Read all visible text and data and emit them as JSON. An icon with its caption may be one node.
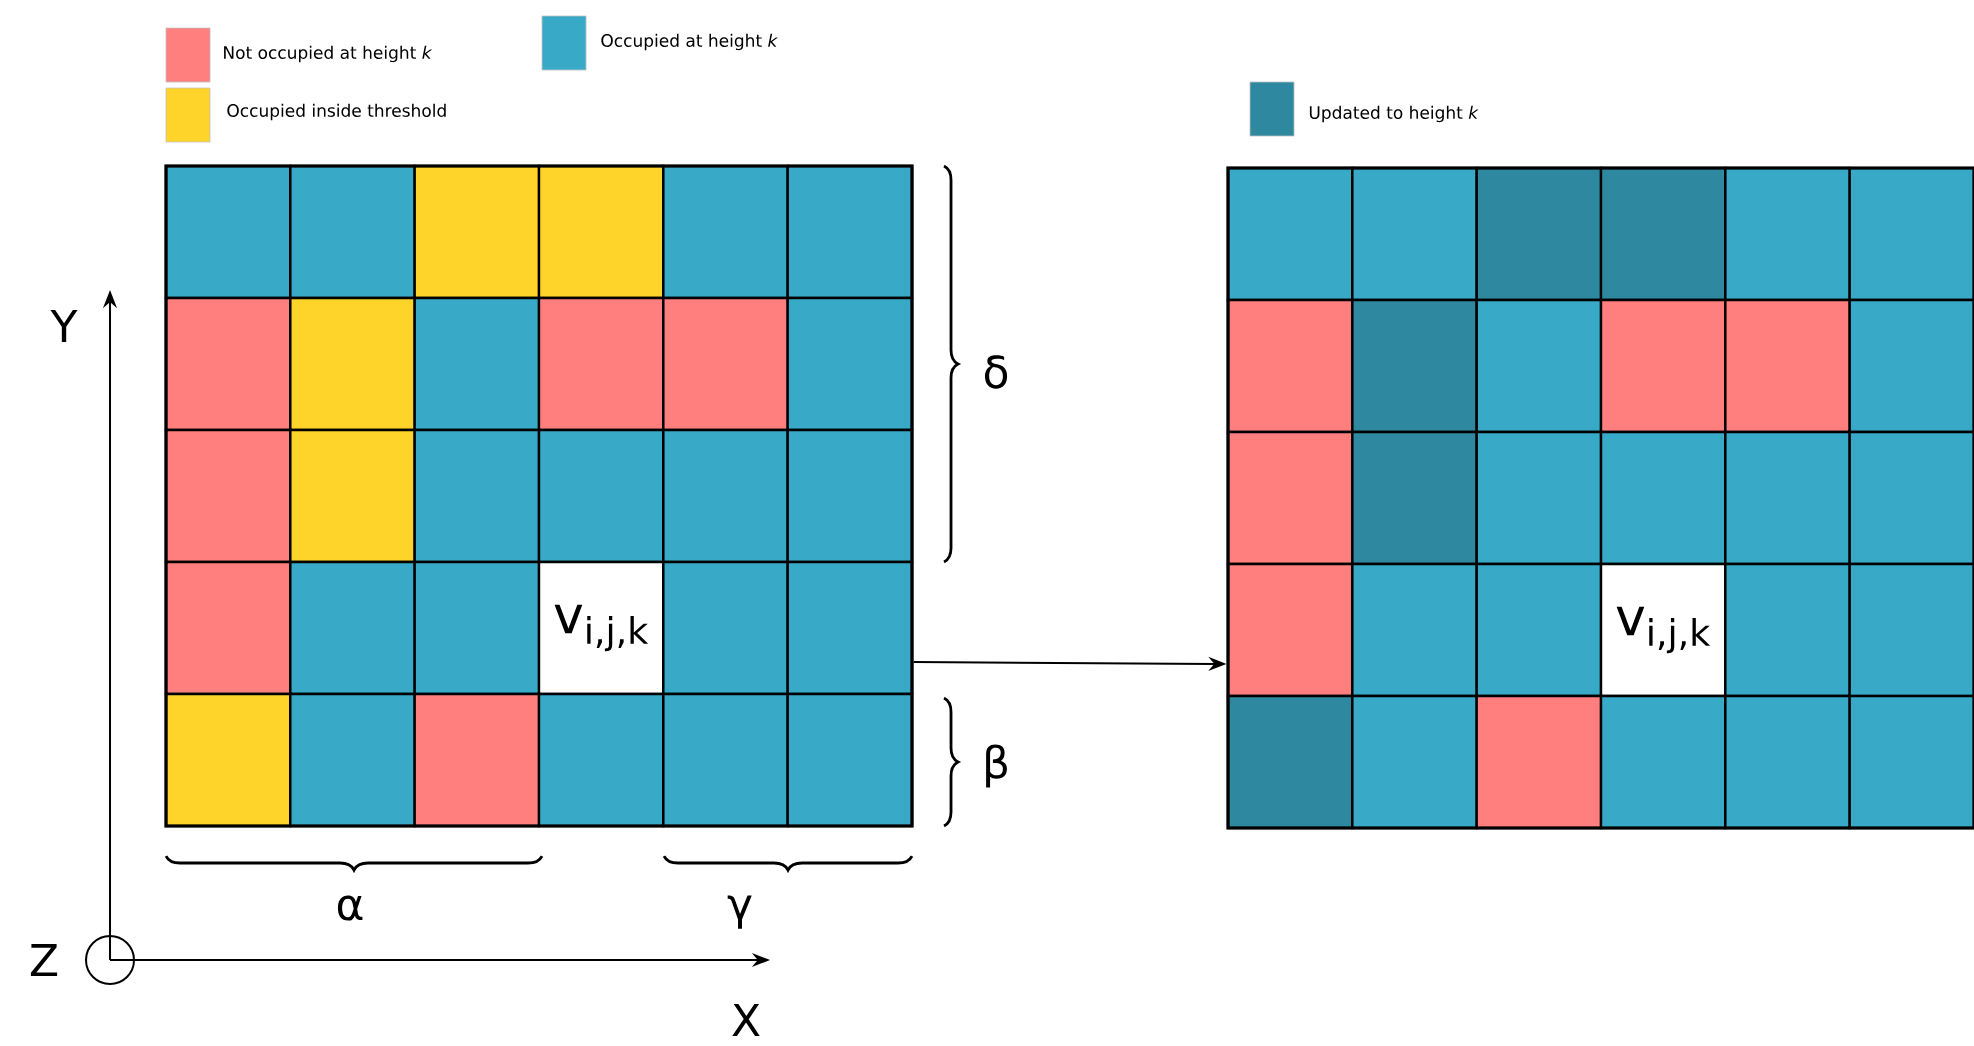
{
  "diagram": {
    "nodes": [
      {
        "text": [],
        "shape": "box"
      },
      {
        "text": [],
        "shape": "box",
        "in": 0
      },
      {
        "text": [],
        "shape": "box",
        "in": 0
      },
      {
        "text": [],
        "shape": "box",
        "in": 0
      },
      {
        "text": [],
        "shape": "box",
        "in": 0
      },
      {
        "text": [],
        "shape": "box",
        "in": 0
      },
      {
        "text": [],
        "shape": "box",
        "in": 0
      },
      {
        "text": [],
        "shape": "box",
        "in": 0
      },
      {
        "text": [],
        "shape": "box",
        "in": 0
      },
      {
        "text": [],
        "shape": "box",
        "in": 0
      },
      {
        "text": [],
        "shape": "box",
        "in": 0
      },
      {
        "text": [],
        "shape": "box",
        "in": 0
      },
      {
        "text": [],
        "shape": "box",
        "in": 0
      },
      {
        "text": [],
        "shape": "box",
        "in": 0
      },
      {
        "text": [],
        "shape": "box",
        "in": 0
      },
      {
        "text": [],
        "shape": "box",
        "in": 0
      },
      {
        "text": [],
        "shape": "box",
        "in": 0
      },
      {
        "text": [],
        "shape": "box",
        "in": 0
      },
      {
        "text": [],
        "shape": "box",
        "in": 0
      },
      {
        "text": [],
        "shape": "box",
        "in": 0
      },
      {
        "text": [],
        "shape": "box",
        "in": 0
      },
      {
        "text": [],
        "shape": "box",
        "in": 0
      },
      {
        "text": [
          "v$_{i,j,k}$"
        ],
        "in": 0
      },
      {
        "text": [],
        "shape": "box",
        "in": 0
      },
      {
        "text": [],
        "shape": "box",
        "in": 0
      },
      {
        "text": [],
        "shape": "box",
        "in": 0
      },
      {
        "text": [],
        "shape": "box",
        "in": 0
      },
      {
        "text": [],
        "shape": "box",
        "in": 0
      },
      {
        "text": [],
        "shape": "box",
        "in": 0
      },
      {
        "text": [],
        "shape": "box",
        "in": 0
      },
      {
        "text": [],
        "shape": "box",
        "in": 0
      },
      {
        "text": [],
        "shape": "box"
      },
      {
        "text": [],
        "shape": "box",
        "in": 31
      },
      {
        "text": [],
        "shape": "box",
        "in": 31
      },
      {
        "text": [],
        "shape": "box",
        "in": 31
      },
      {
        "text": [],
        "shape": "box",
        "in": 31
      },
      {
        "text": [],
        "shape": "box",
        "in": 31
      },
      {
        "text": [],
        "shape": "box",
        "in": 31
      },
      {
        "text": [],
        "shape": "box",
        "in": 31
      },
      {
        "text": [],
        "shape": "box",
        "in": 31
      },
      {
        "text": [],
        "shape": "box",
        "in": 31
      },
      {
        "text": [],
        "shape": "box",
        "in": 31
      },
      {
        "text": [],
        "shape": "box",
        "in": 31
      },
      {
        "text": [],
        "shape": "box",
        "in": 31
      },
      {
        "text": [],
        "shape": "box",
        "in": 31
      },
      {
        "text": [],
        "shape": "box",
        "in": 31
      },
      {
        "text": [],
        "shape": "box",
        "in": 31
      },
      {
        "text": [],
        "shape": "box",
        "in": 31
      },
      {
        "text": [],
        "shape": "box",
        "in": 31
      },
      {
        "text": [],
        "shape": "box",
        "in": 31
      },
      {
        "text": [],
        "shape": "box",
        "in": 31
      },
      {
        "text": [],
        "shape": "box",
        "in": 31
      },
      {
        "text": [],
        "shape": "box",
        "in": 31
      },
      {
        "text": [
          "v$_{i,j,k}$"
        ],
        "in": 31
      },
      {
        "text": [],
        "shape": "box",
        "in": 31
      },
      {
        "text": [],
        "shape": "box",
        "in": 31
      },
      {
        "text": [],
        "shape": "box",
        "in": 31
      },
      {
        "text": [],
        "shape": "box",
        "in": 31
      },
      {
        "text": [],
        "shape": "box",
        "in": 31
      },
      {
        "text": [],
        "shape": "box",
        "in": 31
      },
      {
        "text": [],
        "shape": "box",
        "in": 31
      },
      {
        "text": [],
        "shape": "box",
        "in": 31
      }
    ],
    "edges": [
      {
        "from": 0,
        "to": 31,
        "arrow": "to"
      }
    ],
    "labels": [
      "δ",
      "Y",
      "β",
      "α",
      "γ",
      "Z",
      "X"
    ],
    "legend": [
      {
        "text": "Not occupied at height *k*",
        "color": "#ff7f7f"
      },
      {
        "text": "Occupied at height *k*",
        "color": "#38aac8"
      },
      {
        "text": "Occupied inside threshold",
        "color": "#ffd42a"
      },
      {
        "text": "Updated to height *k*",
        "color": "#2e88a0"
      }
    ]
  }
}
